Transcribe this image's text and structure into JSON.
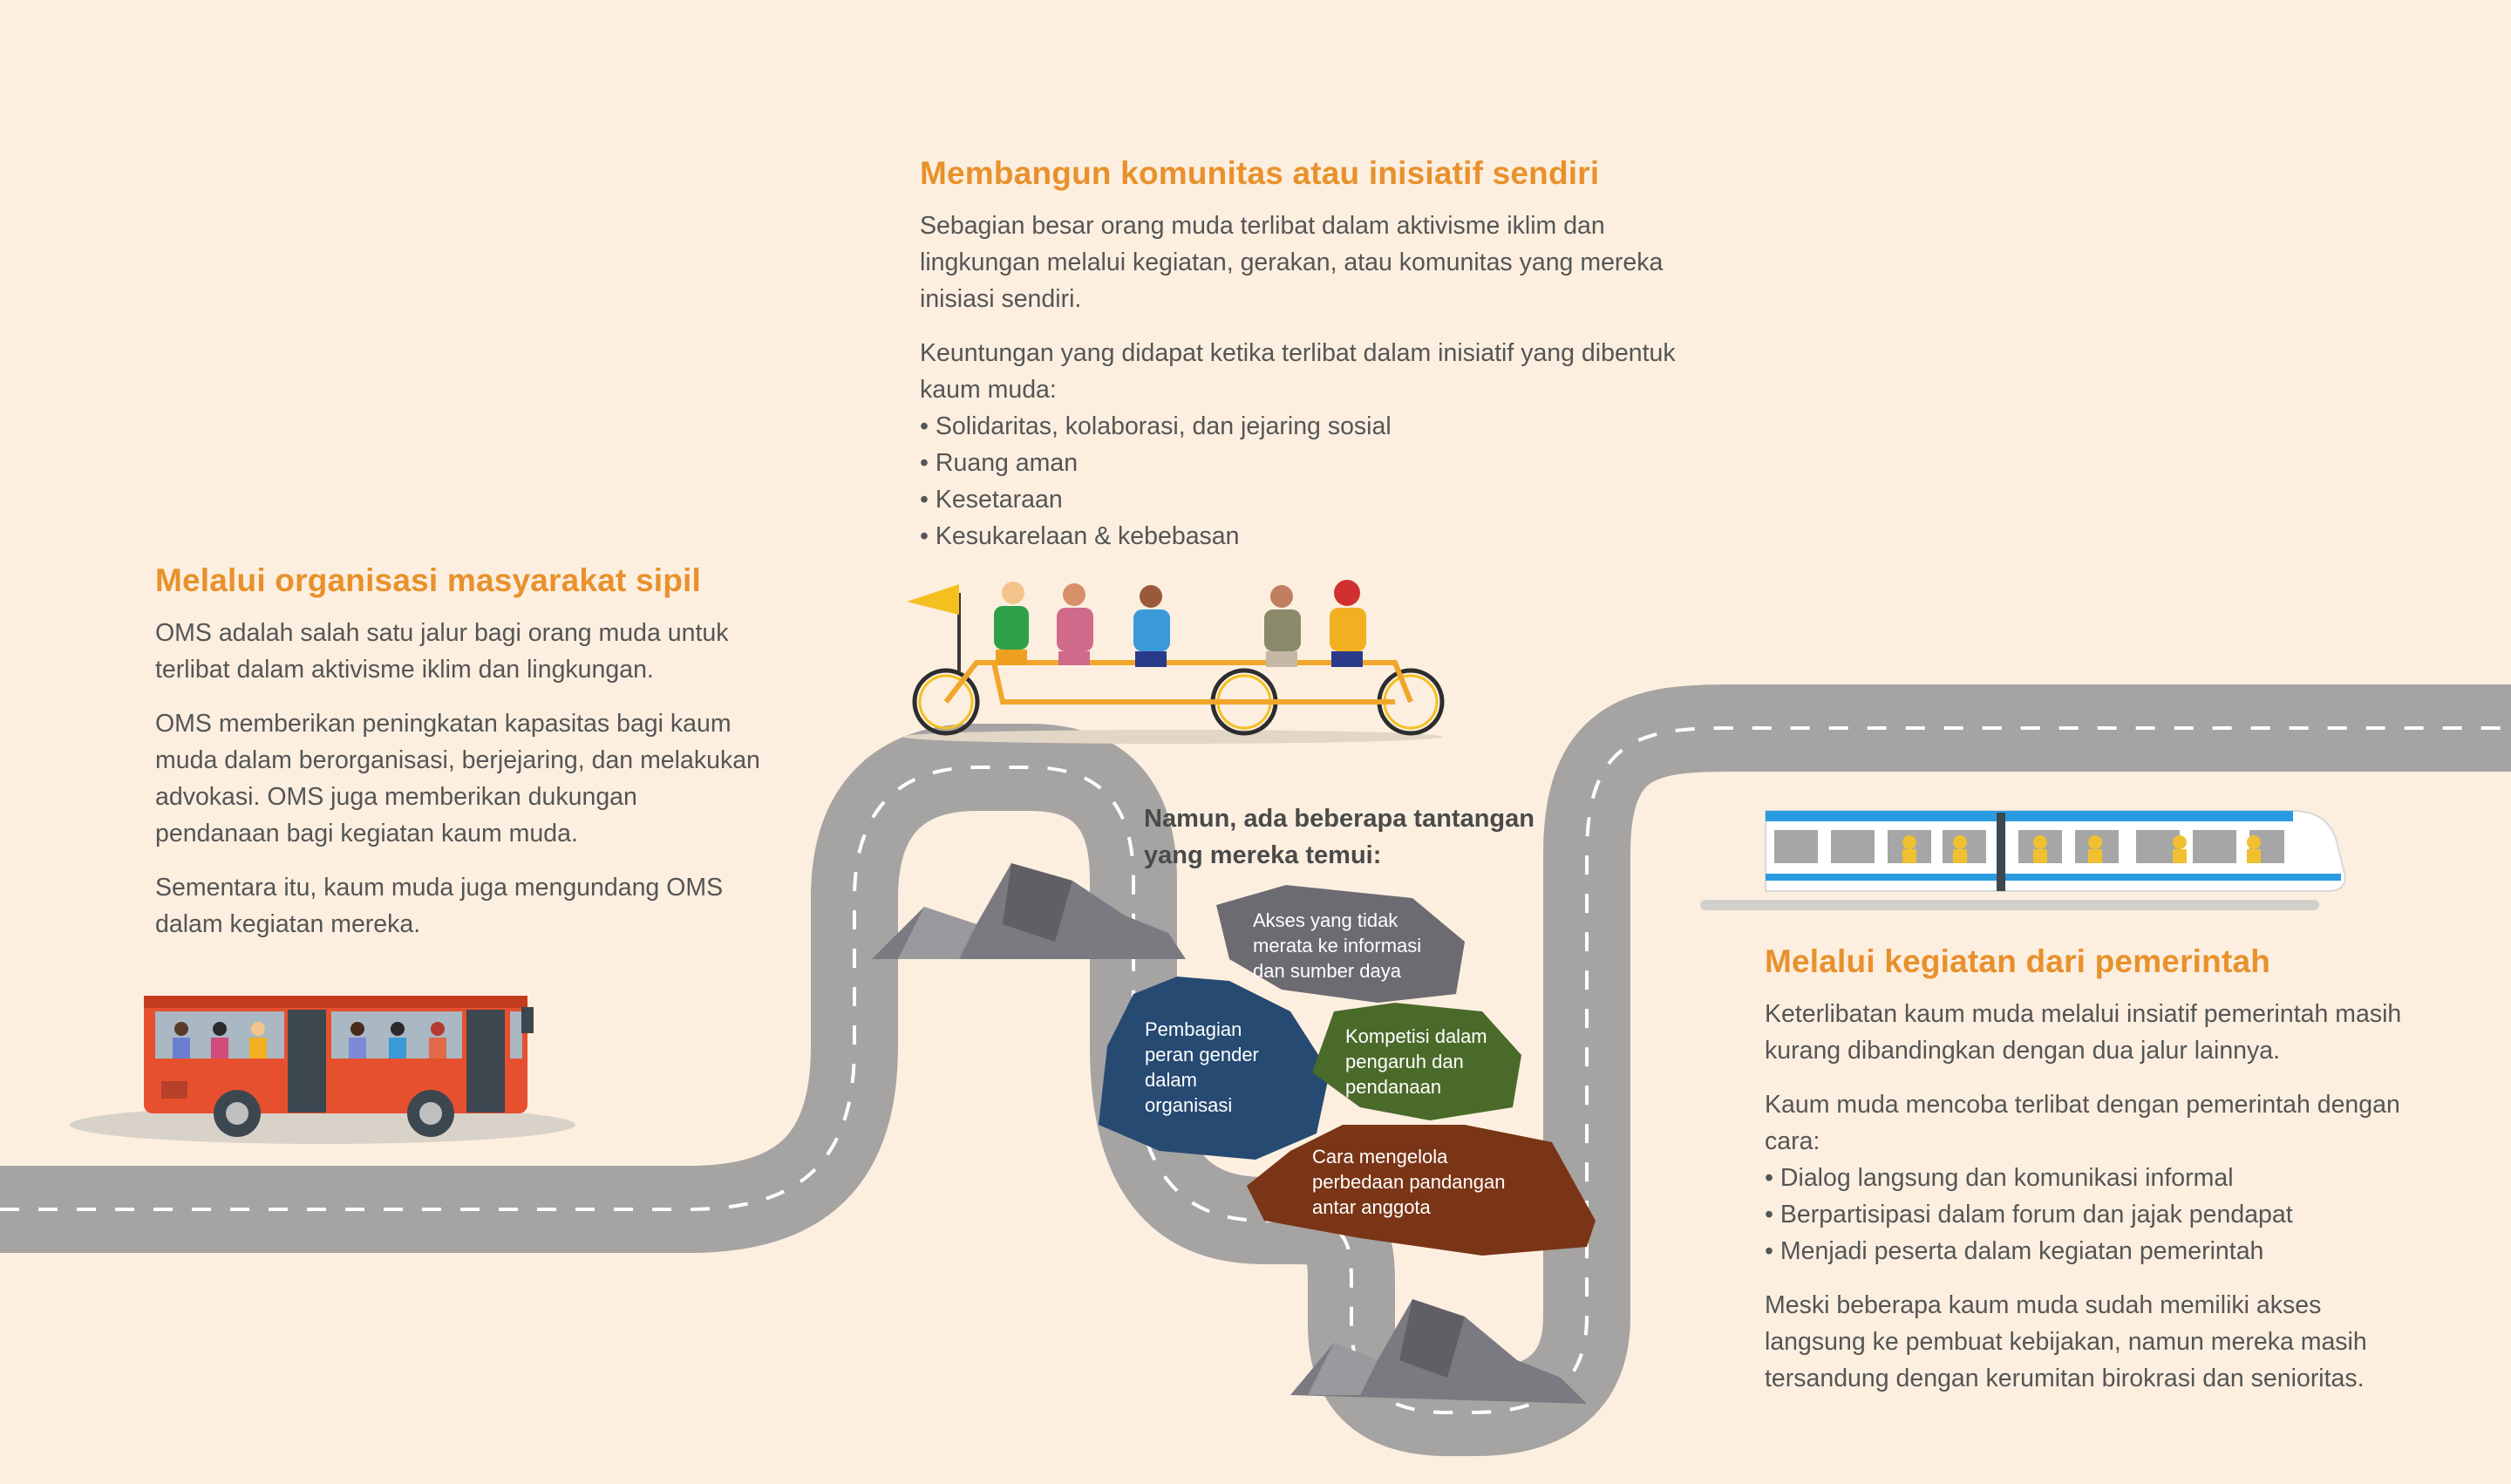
{
  "colors": {
    "background": "#fcefe0",
    "heading": "#e8912c",
    "road": "#a6a3a3",
    "rock_gray": "#6d6b72",
    "rock_blue": "#264a72",
    "rock_green": "#4a6a2a",
    "rock_brown": "#7a3516"
  },
  "icons": [
    "bus-icon",
    "tandem-bicycle-icon",
    "train-icon",
    "rock-pile-icon"
  ],
  "community": {
    "title": "Membangun komunitas atau inisiatif sendiri",
    "p1": "Sebagian besar orang muda terlibat dalam aktivisme iklim dan lingkungan melalui kegiatan, gerakan, atau komunitas yang mereka inisiasi sendiri.",
    "p2": "Keuntungan yang didapat ketika terlibat dalam inisiatif yang dibentuk kaum muda:",
    "items": [
      "Solidaritas, kolaborasi, dan jejaring sosial",
      "Ruang aman",
      "Kesetaraan",
      "Kesukarelaan & kebebasan"
    ]
  },
  "civil": {
    "title": "Melalui organisasi masyarakat sipil",
    "p1": "OMS adalah salah satu jalur bagi orang muda untuk terlibat dalam aktivisme iklim dan lingkungan.",
    "p2": "OMS memberikan peningkatan kapasitas bagi kaum muda dalam berorganisasi, berjejaring, dan melakukan advokasi. OMS juga memberikan dukungan pendanaan bagi kegiatan kaum muda.",
    "p3": "Sementara itu, kaum muda juga mengundang OMS dalam kegiatan mereka."
  },
  "challenges": {
    "title": "Namun, ada beberapa tantangan yang mereka temui:",
    "rocks": [
      "Akses yang tidak merata ke informasi dan sumber daya",
      "Pembagian peran gender dalam organisasi",
      "Kompetisi dalam pengaruh dan pendanaan",
      "Cara mengelola perbedaan pandangan antar anggota"
    ]
  },
  "government": {
    "title": "Melalui kegiatan dari pemerintah",
    "p1": "Keterlibatan kaum muda melalui insiatif pemerintah masih kurang dibandingkan dengan dua jalur lainnya.",
    "p2": "Kaum muda mencoba terlibat dengan pemerintah dengan cara:",
    "items": [
      "Dialog langsung dan komunikasi informal",
      "Berpartisipasi dalam forum dan jajak pendapat",
      "Menjadi peserta dalam kegiatan pemerintah"
    ],
    "p3": "Meski beberapa kaum muda sudah memiliki akses langsung ke pembuat kebijakan, namun mereka masih tersandung dengan kerumitan birokrasi dan senioritas."
  }
}
